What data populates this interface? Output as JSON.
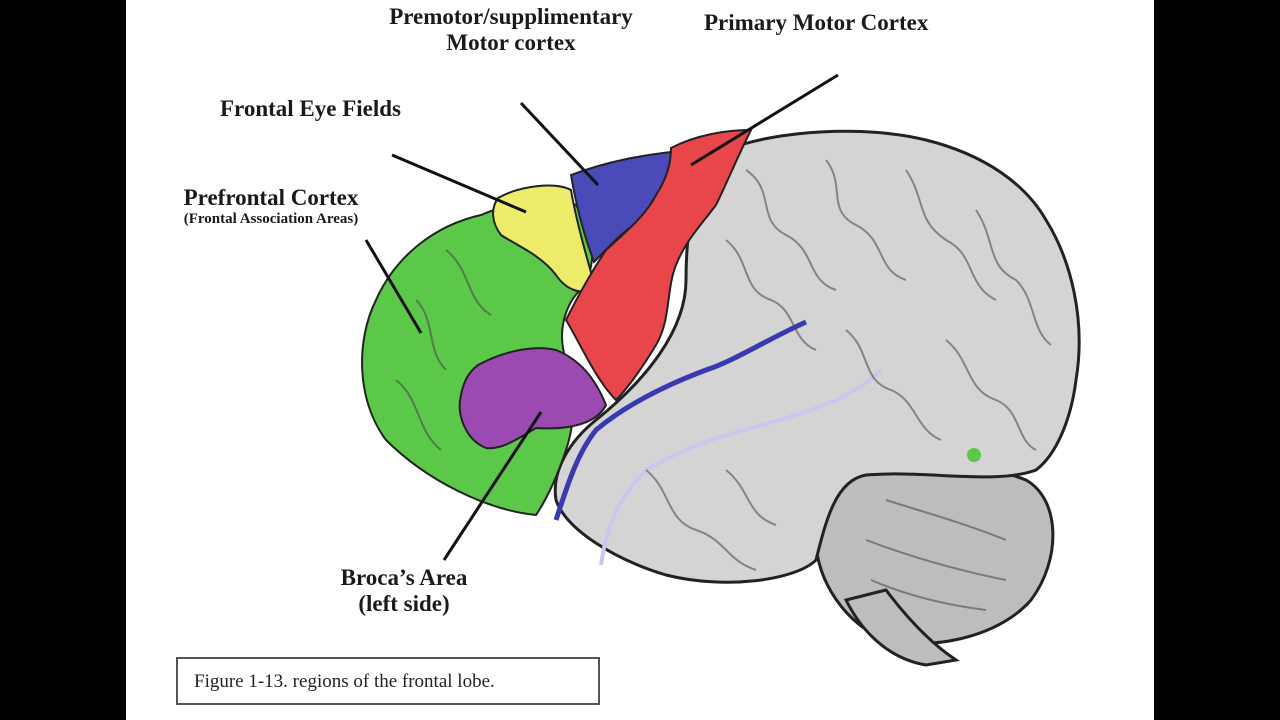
{
  "labels": {
    "premotor_line1": "Premotor/supplimentary",
    "premotor_line2": "Motor cortex",
    "primary_motor": "Primary Motor Cortex",
    "frontal_eye": "Frontal Eye Fields",
    "prefrontal": "Prefrontal Cortex",
    "prefrontal_sub": "(Frontal Association Areas)",
    "broca_line1": "Broca’s Area",
    "broca_line2": "(left side)"
  },
  "caption": "Figure 1-13.  regions of the frontal lobe.",
  "colors": {
    "prefrontal": "#5cc84a",
    "frontal_eye": "#ecec6a",
    "premotor": "#4a4ab8",
    "primary_motor": "#e8464a",
    "broca": "#9a4ab0",
    "cortex": "#d4d4d4",
    "cerebellum": "#bdbdbd",
    "sulcus": "#3a3ab0",
    "lateral_line": "#c8c8ee"
  }
}
